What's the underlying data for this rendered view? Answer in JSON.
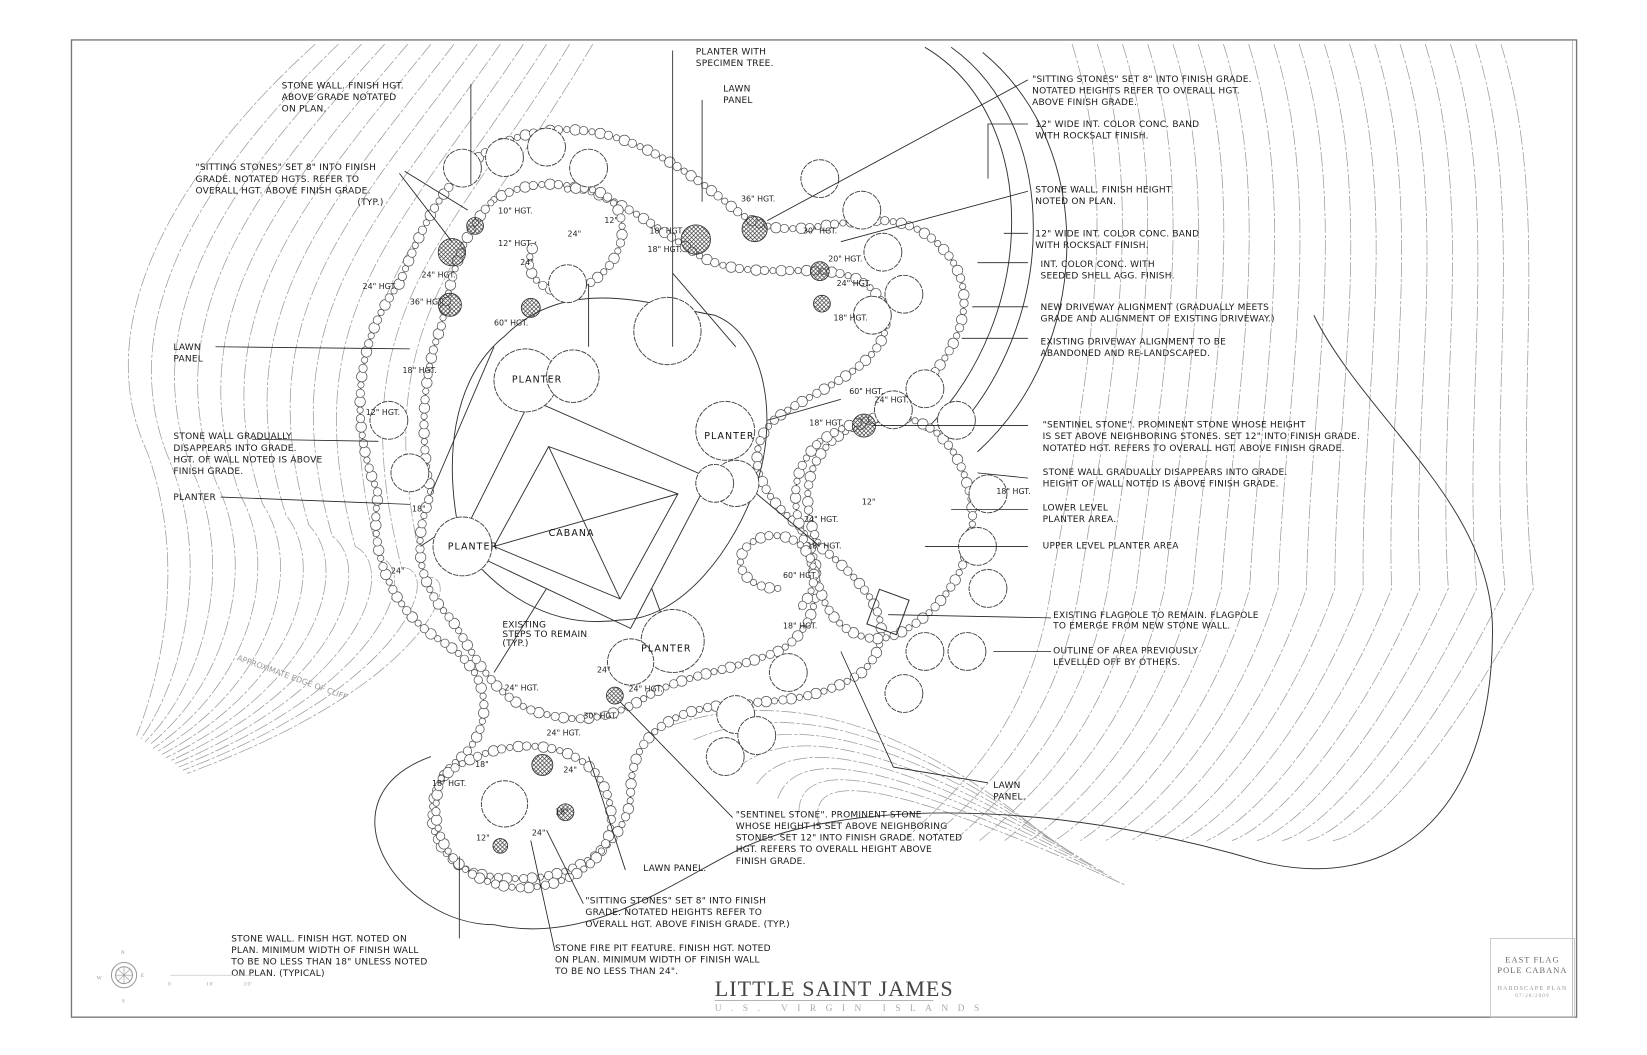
{
  "sheet": {
    "project_title": "LITTLE SAINT JAMES",
    "project_subtitle": "U.S. VIRGIN ISLANDS",
    "title_block": {
      "line1": "EAST FLAG",
      "line2": "POLE CABANA",
      "drawing": "HARDSCAPE PLAN",
      "date": "07/28/2009"
    },
    "scale": {
      "ticks": [
        "0",
        "10'",
        "20'"
      ]
    },
    "north_arrow": {
      "n": "N",
      "e": "E",
      "s": "S",
      "w": "W"
    }
  },
  "plan_labels": {
    "cabana": "CABANA",
    "planters": [
      "PLANTER",
      "PLANTER",
      "PLANTER",
      "PLANTER"
    ],
    "steps": [
      "EXISTING",
      "STEPS TO REMAIN",
      "(TYP.)"
    ],
    "cliff": "APPROXIMATE EDGE OF CLIFF",
    "heights": [
      "10\" HGT.",
      "12\" HGT.",
      "24\"",
      "12\"",
      "18\" HGT.",
      "24\" HGT.",
      "36\" HGT.",
      "18\" HGT.",
      "30\" HGT.",
      "20\" HGT.",
      "24\" HGT.",
      "18\" HGT.",
      "24\"",
      "36\" HGT.",
      "24\" HGT.",
      "60\" HGT.",
      "18\" HGT.",
      "12\" HGT.",
      "18\"",
      "24\"",
      "60\" HGT.",
      "24\" HGT.",
      "18\" HGT.",
      "18\" HGT.",
      "12\"",
      "24\" HGT.",
      "60\" HGT.",
      "18\" HGT.",
      "24\"",
      "24\" HGT.",
      "24\" HGT.",
      "30\" HGT.",
      "24\" HGT.",
      "18\" HGT.",
      "18\"",
      "24\"",
      "18\"",
      "24\"",
      "12\"",
      "18\" HGT."
    ]
  },
  "annotations": {
    "stone_wall_top": [
      "STONE WALL. FINISH HGT.",
      "ABOVE GRADE NOTATED",
      "ON PLAN."
    ],
    "planter_specimen": [
      "PLANTER WITH",
      "SPECIMEN TREE."
    ],
    "lawn_panel_top": [
      "LAWN",
      "PANEL"
    ],
    "sitting_stones_left": [
      "\"SITTING STONES\" SET 8\" INTO FINISH",
      "GRADE. NOTATED HGTS. REFER TO",
      "OVERALL HGT. ABOVE FINISH GRADE.",
      "(TYP.)"
    ],
    "lawn_panel_left": [
      "LAWN",
      "PANEL"
    ],
    "stone_wall_left": [
      "STONE WALL GRADUALLY",
      "DISAPPEARS INTO GRADE.",
      "HGT. OF WALL NOTED IS ABOVE",
      "FINISH GRADE."
    ],
    "planter_left": "PLANTER",
    "sitting_stones_right": [
      "\"SITTING STONES\" SET 8\" INTO FINISH GRADE.",
      "NOTATED HEIGHTS REFER TO OVERALL HGT.",
      "ABOVE FINISH GRADE."
    ],
    "band_1": [
      "12\" WIDE INT. COLOR CONC. BAND",
      "WITH ROCKSALT FINISH."
    ],
    "stone_wall_right": [
      "STONE WALL. FINISH HEIGHT",
      "NOTED ON PLAN."
    ],
    "band_2": [
      "12\" WIDE INT. COLOR CONC. BAND",
      "WITH ROCKSALT FINISH."
    ],
    "seeded_shell": [
      "INT. COLOR CONC. WITH",
      "SEEDED SHELL AGG. FINISH."
    ],
    "new_driveway": [
      "NEW DRIVEWAY ALIGNMENT (GRADUALLY MEETS",
      "GRADE AND ALIGNMENT OF EXISTING DRIVEWAY.)"
    ],
    "existing_driveway": [
      "EXISTING DRIVEWAY ALIGNMENT TO BE",
      "ABANDONED AND RE-LANDSCAPED."
    ],
    "sentinel_right": [
      "\"SENTINEL STONE\". PROMINENT STONE WHOSE HEIGHT",
      "IS SET ABOVE NEIGHBORING STONES. SET 12\" INTO FINISH GRADE.",
      "NOTATED HGT. REFERS TO OVERALL HGT. ABOVE FINISH GRADE."
    ],
    "stone_wall_grade_right": [
      "STONE WALL GRADUALLY DISAPPEARS INTO GRADE.",
      "HEIGHT OF WALL NOTED IS ABOVE FINISH GRADE."
    ],
    "lower_planter": [
      "LOWER LEVEL",
      "PLANTER AREA."
    ],
    "upper_planter": "UPPER LEVEL PLANTER AREA",
    "flagpole": [
      "EXISTING FLAGPOLE TO REMAIN. FLAGPOLE",
      "TO EMERGE FROM NEW STONE WALL."
    ],
    "leveled_area": [
      "OUTLINE OF AREA PREVIOUSLY",
      "LEVELLED OFF BY OTHERS."
    ],
    "lawn_panel_right": [
      "LAWN",
      "PANEL."
    ],
    "sentinel_bottom": [
      "\"SENTINEL STONE\". PROMINENT STONE",
      "WHOSE HEIGHT IS SET ABOVE NEIGHBORING",
      "STONES. SET 12\" INTO FINISH GRADE. NOTATED",
      "HGT. REFERS TO OVERALL HEIGHT ABOVE",
      "FINISH GRADE."
    ],
    "lawn_panel_bottom": "LAWN PANEL.",
    "sitting_stones_bottom": [
      "\"SITTING STONES\" SET 8\" INTO FINISH",
      "GRADE. NOTATED HEIGHTS REFER TO",
      "OVERALL HGT. ABOVE FINISH GRADE. (TYP.)"
    ],
    "stone_wall_bottom": [
      "STONE WALL. FINISH HGT. NOTED ON",
      "PLAN. MINIMUM WIDTH OF FINISH WALL",
      "TO BE NO LESS THAN 18\" UNLESS NOTED",
      "ON PLAN. (TYPICAL)"
    ],
    "fire_pit": [
      "STONE FIRE PIT FEATURE. FINISH HGT. NOTED",
      "ON PLAN. MINIMUM WIDTH OF FINISH WALL",
      "TO BE NO LESS THAN 24\"."
    ]
  }
}
